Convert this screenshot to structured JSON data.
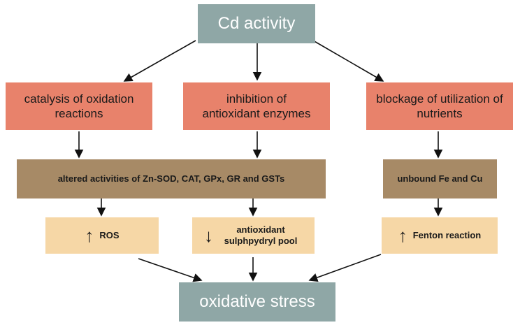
{
  "nodes": {
    "cd_activity": "Cd activity",
    "catalysis": "catalysis of oxidation reactions",
    "inhibition": "inhibition of antioxidant enzymes",
    "blockage": "blockage of utilization of nutrients",
    "altered": "altered activities of Zn-SOD, CAT, GPx, GR and GSTs",
    "unbound": "unbound Fe and Cu",
    "ros": "ROS",
    "antioxidant_pool": "antioxidant sulphpydryl pool",
    "fenton": "Fenton reaction",
    "oxidative_stress": "oxidative stress"
  },
  "indicators": {
    "ros": "↑",
    "antioxidant_pool": "↓",
    "fenton": "↑"
  },
  "colors": {
    "top_bottom": "#8fa7a6",
    "level1": "#e8826b",
    "level2": "#a78a66",
    "level3": "#f6d7a6"
  }
}
